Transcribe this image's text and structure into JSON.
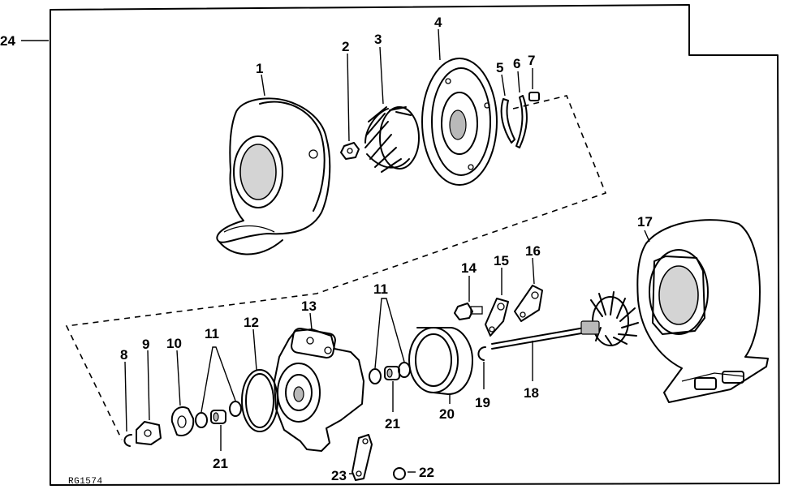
{
  "drawing_ref": "RG1574",
  "callouts": {
    "c1": "1",
    "c2": "2",
    "c3": "3",
    "c4": "4",
    "c5": "5",
    "c6": "6",
    "c7": "7",
    "c8": "8",
    "c9": "9",
    "c10": "10",
    "c11a": "11",
    "c11b": "11",
    "c12": "12",
    "c13": "13",
    "c14": "14",
    "c15": "15",
    "c16": "16",
    "c17": "17",
    "c18": "18",
    "c19": "19",
    "c20": "20",
    "c21a": "21",
    "c21b": "21",
    "c22": "22",
    "c23": "23",
    "c24": "24"
  },
  "icons": {
    "compressor_housing": "compressor-housing-icon",
    "turbine_housing": "turbine-housing-icon",
    "shaft_wheel": "shaft-and-turbine-wheel-icon"
  },
  "colors": {
    "ink": "#000000",
    "paper": "#ffffff"
  }
}
